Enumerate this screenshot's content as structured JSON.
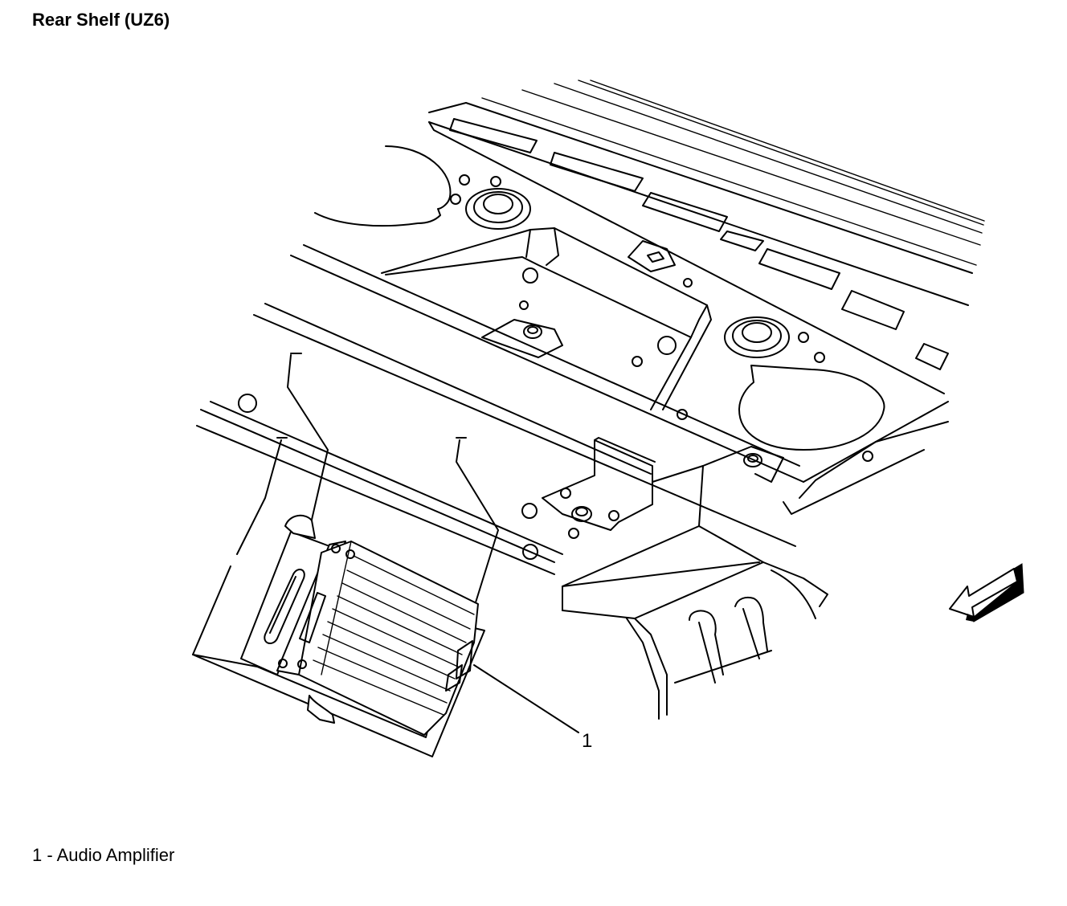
{
  "title": "Rear Shelf (UZ6)",
  "callout_number": "1",
  "legend": [
    {
      "text": "1 - Audio Amplifier"
    }
  ],
  "icons": {
    "direction_arrow": "front-direction-arrow-icon"
  }
}
